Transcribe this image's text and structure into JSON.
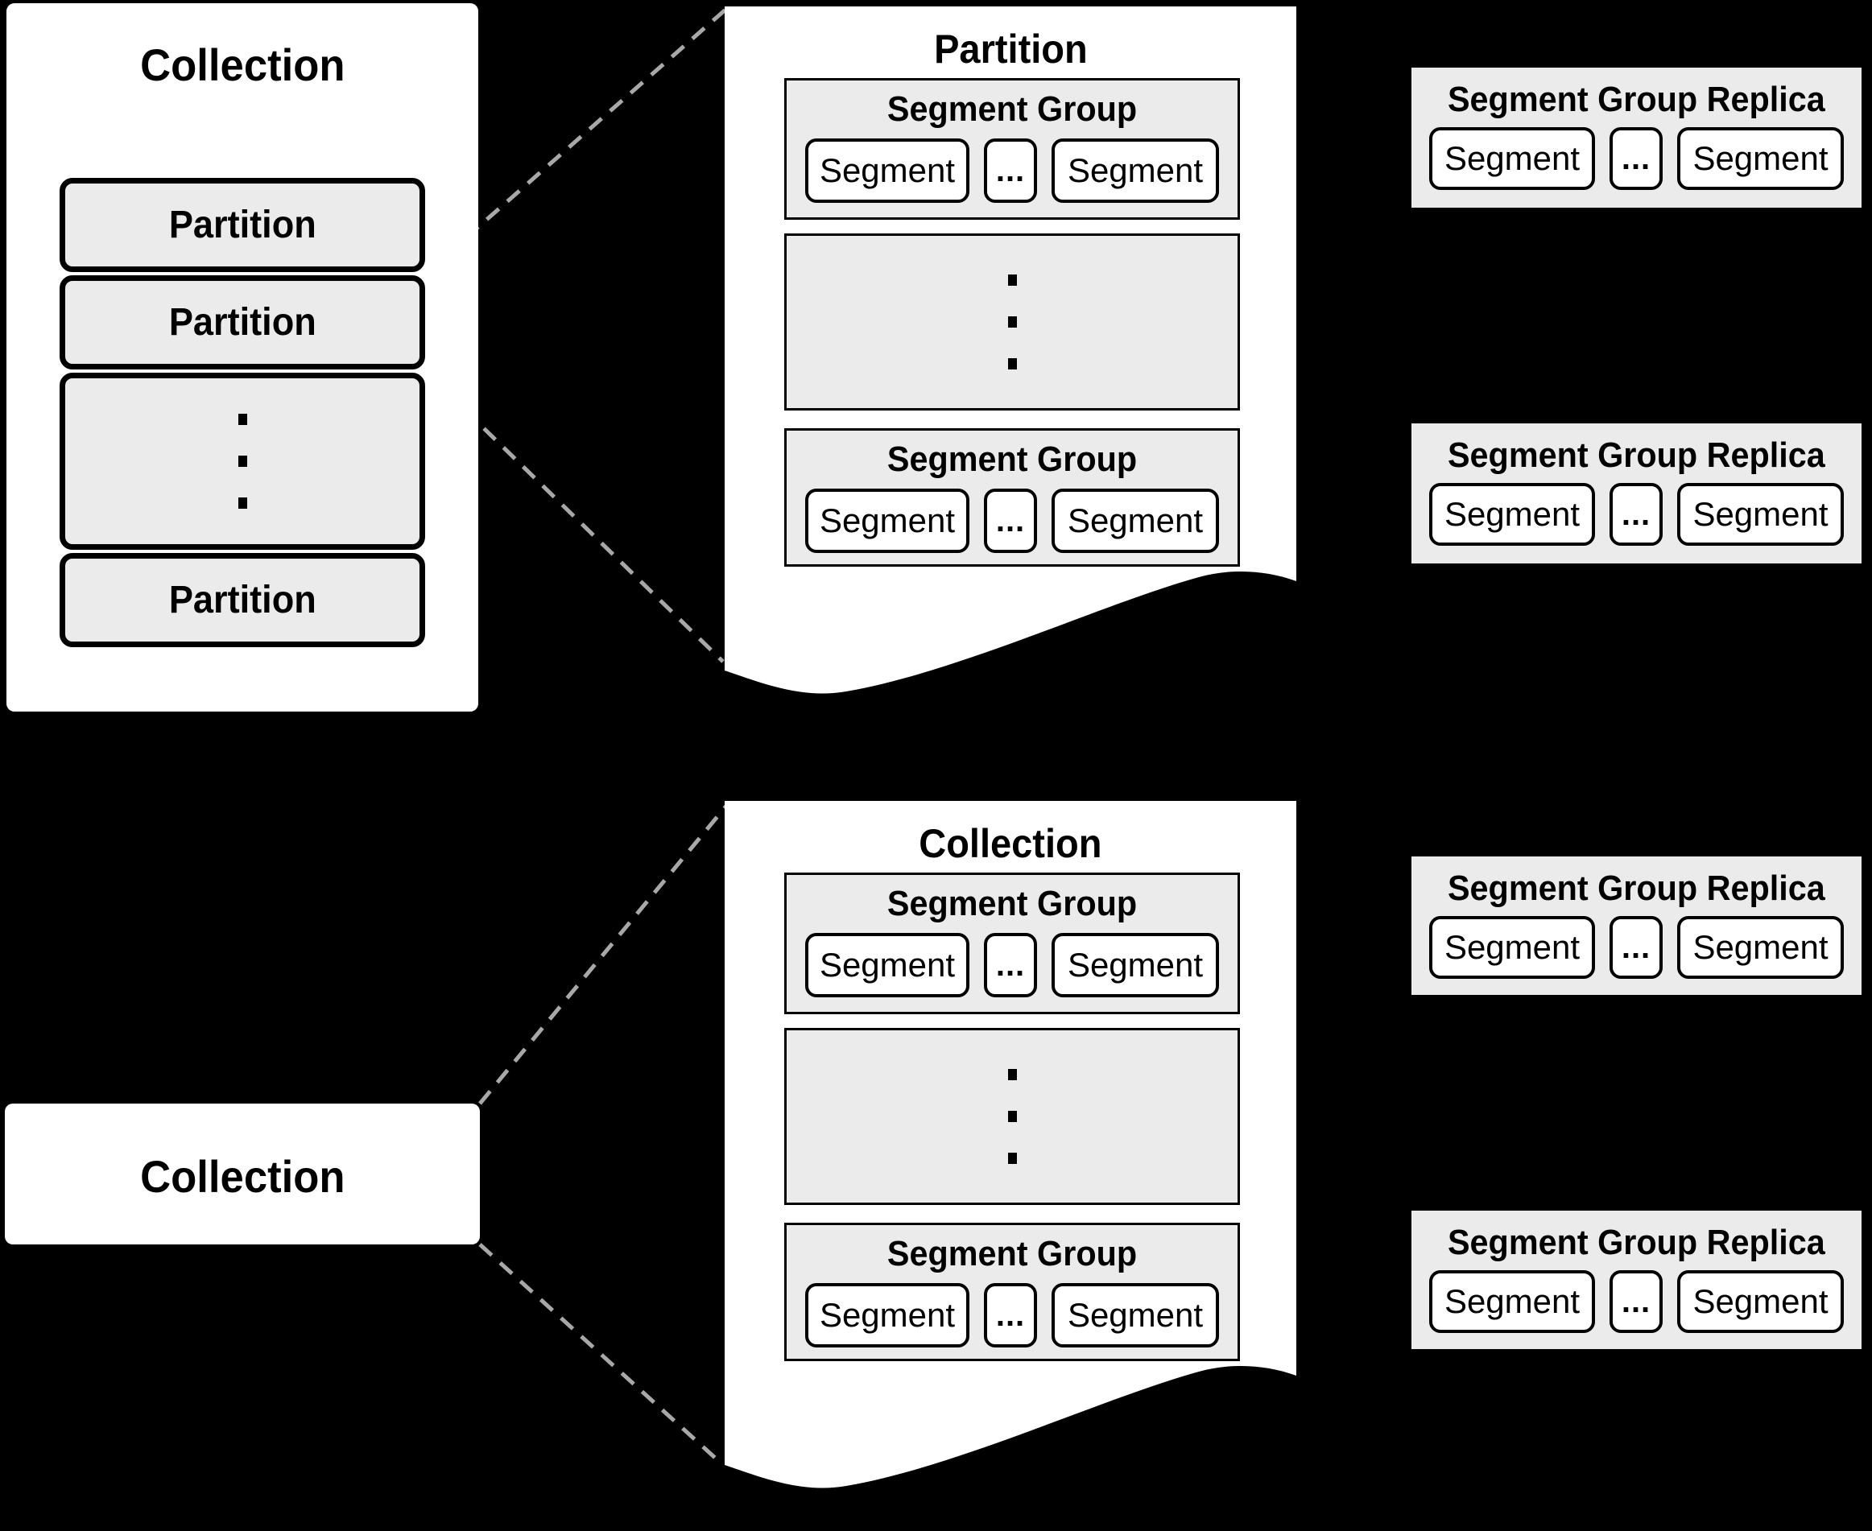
{
  "colors": {
    "background": "#000000",
    "panel_white": "#ffffff",
    "box_gray": "#ebebeb",
    "border_black": "#000000",
    "dashed_line_gray": "#a8a8a8"
  },
  "left_collection": {
    "title": "Collection",
    "partitions": [
      "Partition",
      "Partition",
      "Partition"
    ]
  },
  "top_document": {
    "title": "Partition",
    "segment_groups": [
      {
        "title": "Segment Group",
        "segments": [
          "Segment",
          "...",
          "Segment"
        ]
      },
      {
        "title": "Segment Group",
        "segments": [
          "Segment",
          "...",
          "Segment"
        ]
      }
    ]
  },
  "bottom_collection_label": {
    "title": "Collection"
  },
  "bottom_document": {
    "title": "Collection",
    "segment_groups": [
      {
        "title": "Segment Group",
        "segments": [
          "Segment",
          "...",
          "Segment"
        ]
      },
      {
        "title": "Segment Group",
        "segments": [
          "Segment",
          "...",
          "Segment"
        ]
      }
    ]
  },
  "replicas": [
    {
      "title": "Segment Group Replica",
      "segments": [
        "Segment",
        "...",
        "Segment"
      ]
    },
    {
      "title": "Segment Group Replica",
      "segments": [
        "Segment",
        "...",
        "Segment"
      ]
    },
    {
      "title": "Segment Group Replica",
      "segments": [
        "Segment",
        "...",
        "Segment"
      ]
    },
    {
      "title": "Segment Group Replica",
      "segments": [
        "Segment",
        "...",
        "Segment"
      ]
    }
  ]
}
